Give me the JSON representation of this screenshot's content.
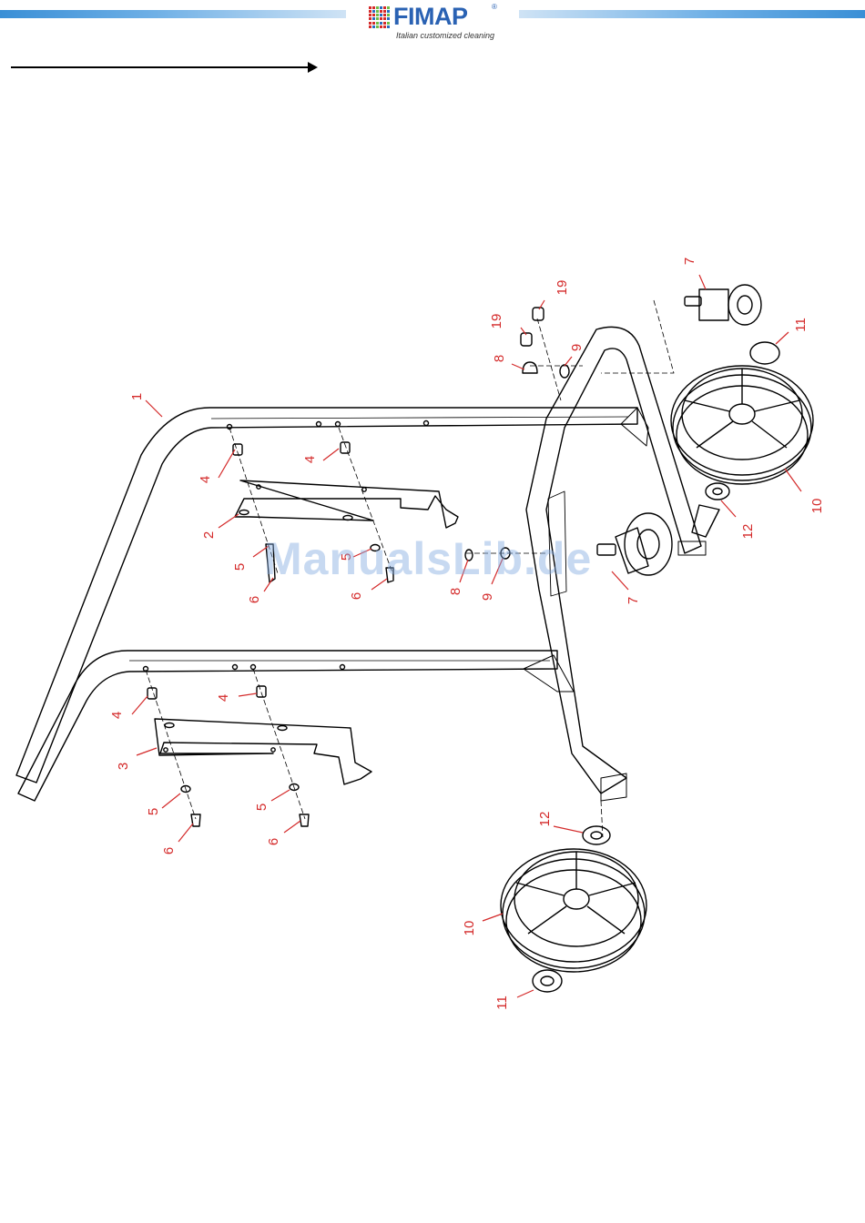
{
  "header": {
    "brand": "FIMAP",
    "registered_mark": "®",
    "tagline": "Italian customized cleaning",
    "accent_color": "#3a8fd6",
    "brand_color": "#2a62b3"
  },
  "watermark": "ManualsLib.de",
  "callout_color": "#d42a2a",
  "callouts": [
    {
      "id": "c1",
      "label": "1"
    },
    {
      "id": "c2",
      "label": "2"
    },
    {
      "id": "c3",
      "label": "3"
    },
    {
      "id": "c4a",
      "label": "4"
    },
    {
      "id": "c4b",
      "label": "4"
    },
    {
      "id": "c4c",
      "label": "4"
    },
    {
      "id": "c4d",
      "label": "4"
    },
    {
      "id": "c5a",
      "label": "5"
    },
    {
      "id": "c5b",
      "label": "5"
    },
    {
      "id": "c5c",
      "label": "5"
    },
    {
      "id": "c5d",
      "label": "5"
    },
    {
      "id": "c6a",
      "label": "6"
    },
    {
      "id": "c6b",
      "label": "6"
    },
    {
      "id": "c6c",
      "label": "6"
    },
    {
      "id": "c6d",
      "label": "6"
    },
    {
      "id": "c7a",
      "label": "7"
    },
    {
      "id": "c7b",
      "label": "7"
    },
    {
      "id": "c8a",
      "label": "8"
    },
    {
      "id": "c8b",
      "label": "8"
    },
    {
      "id": "c9a",
      "label": "9"
    },
    {
      "id": "c9b",
      "label": "9"
    },
    {
      "id": "c10a",
      "label": "10"
    },
    {
      "id": "c10b",
      "label": "10"
    },
    {
      "id": "c11a",
      "label": "11"
    },
    {
      "id": "c11b",
      "label": "11"
    },
    {
      "id": "c12a",
      "label": "12"
    },
    {
      "id": "c12b",
      "label": "12"
    },
    {
      "id": "c19a",
      "label": "19"
    },
    {
      "id": "c19b",
      "label": "19"
    }
  ]
}
